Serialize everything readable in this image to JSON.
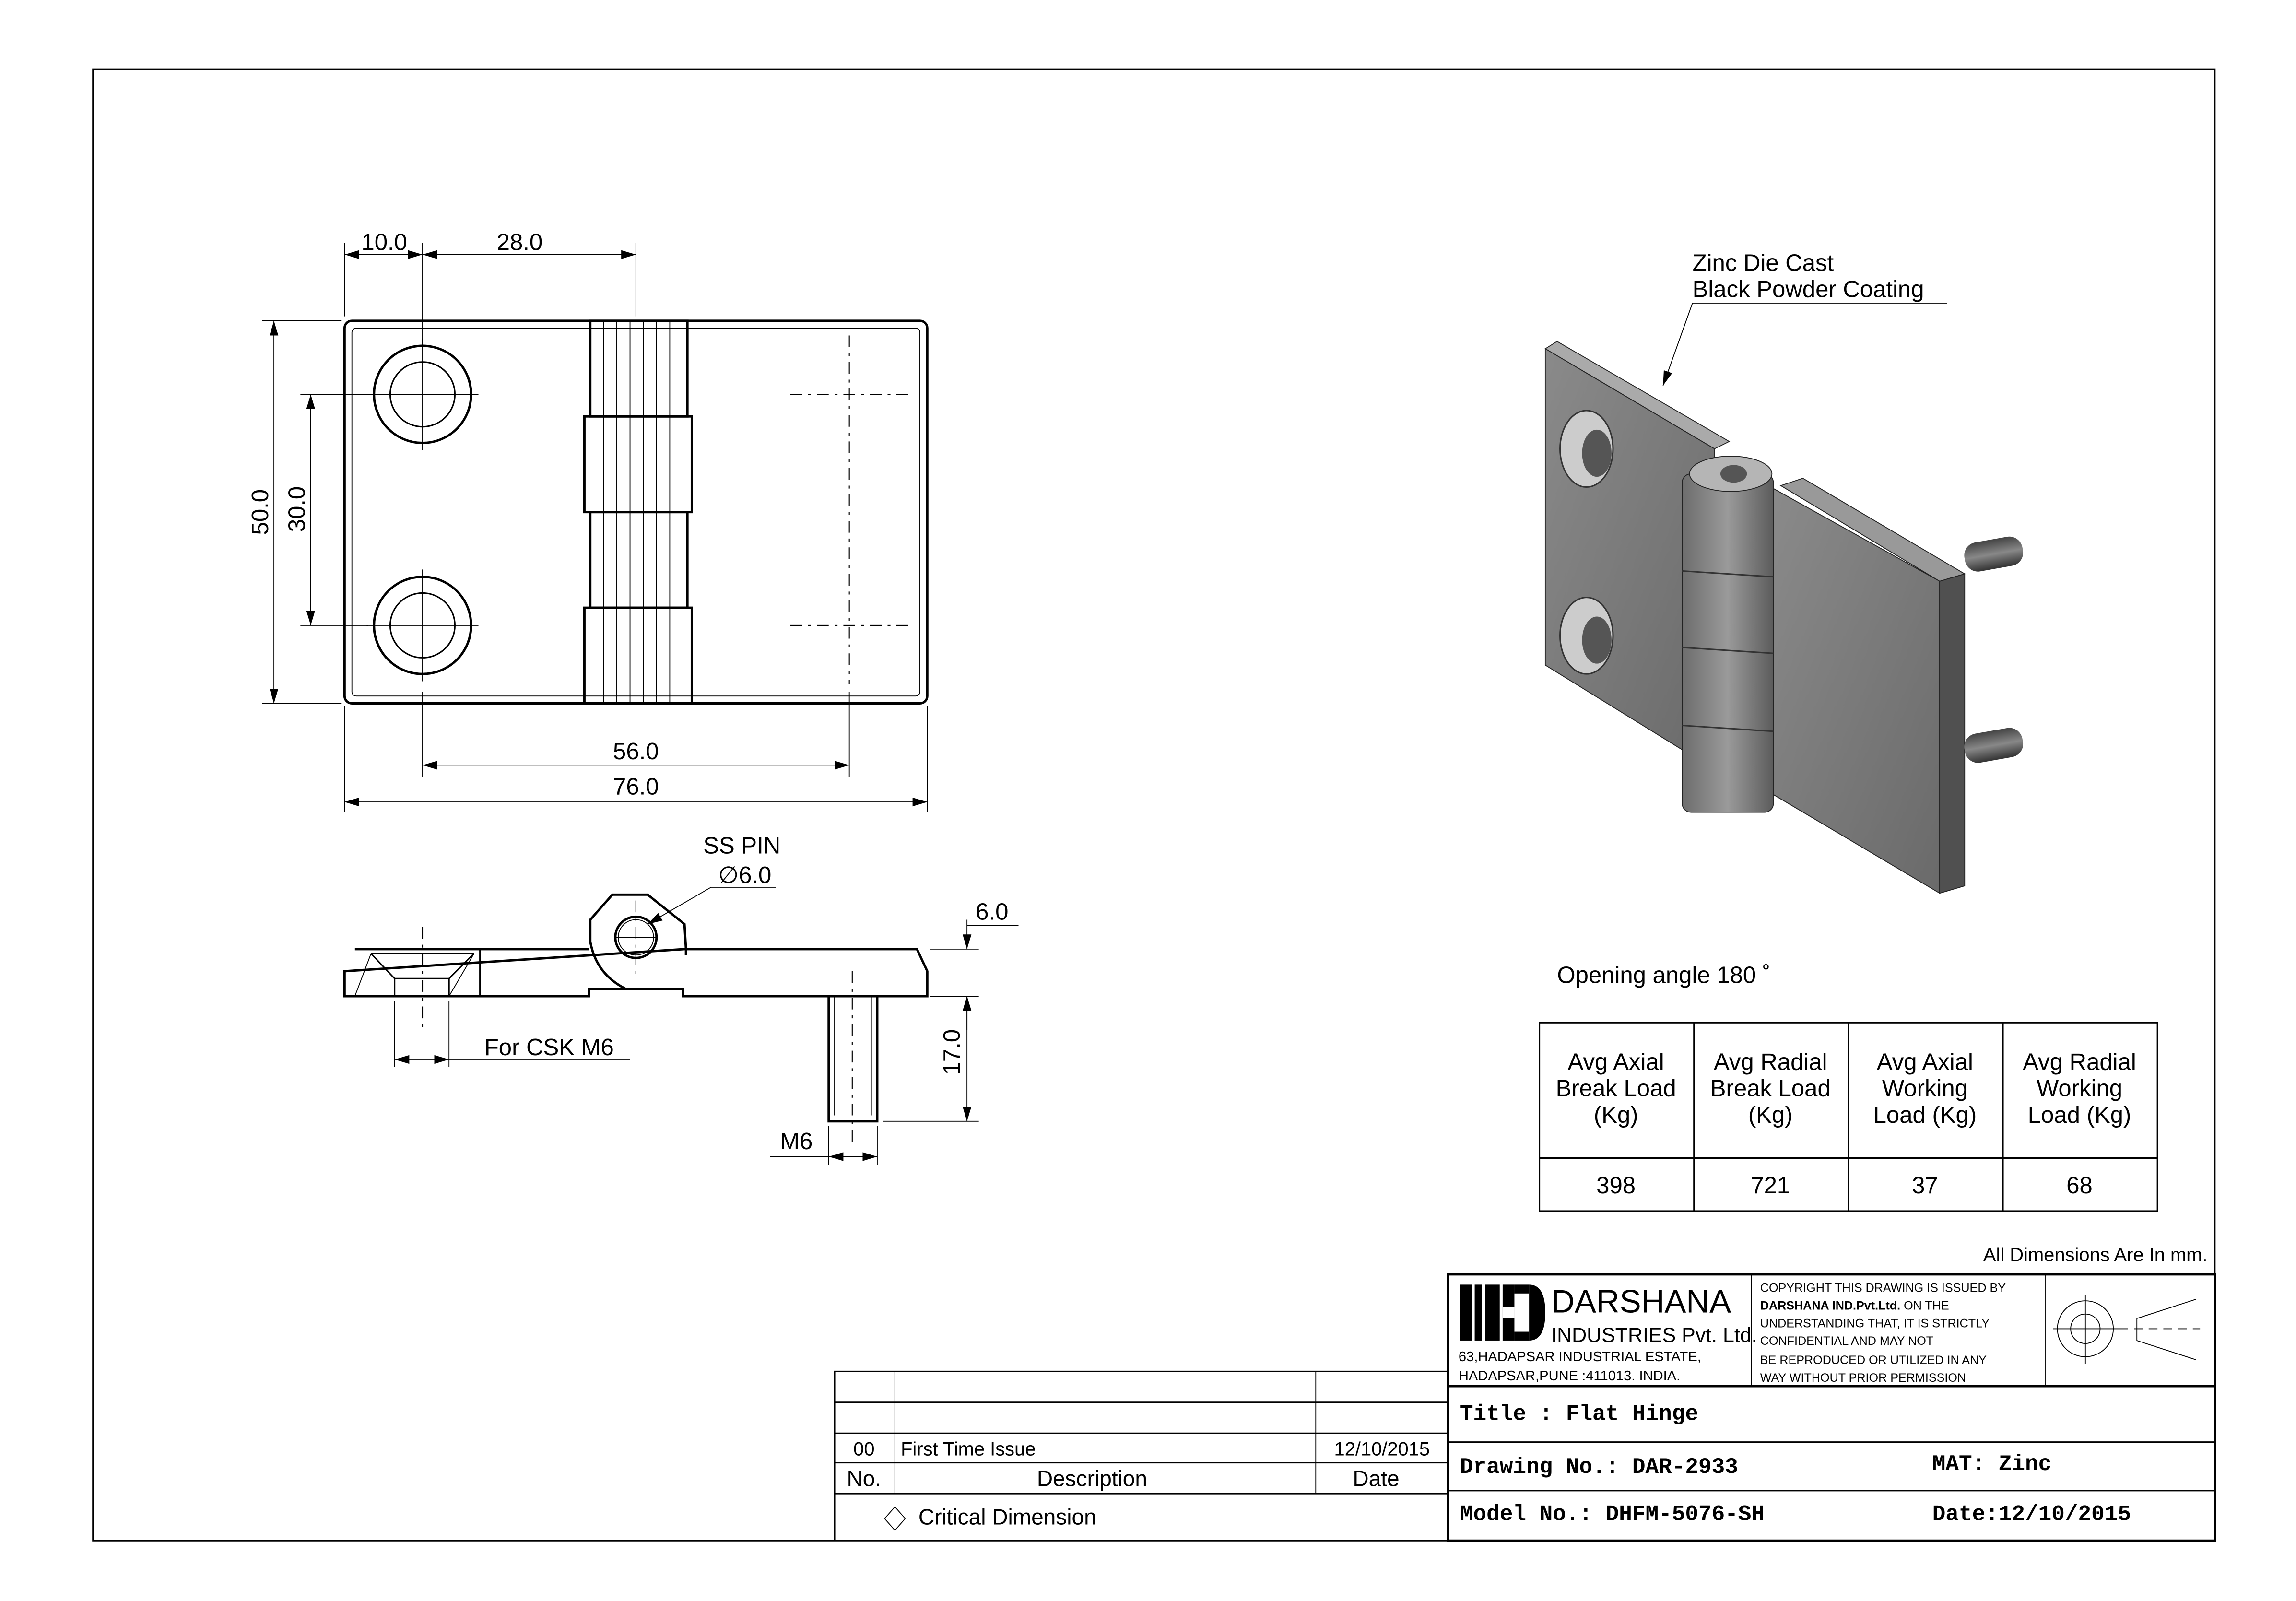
{
  "top_view": {
    "dims": {
      "d10": "10.0",
      "d28": "28.0",
      "d50": "50.0",
      "d30": "30.0",
      "d56": "56.0",
      "d76": "76.0"
    }
  },
  "side_view": {
    "ss_pin": "SS PIN",
    "pin_dia": "∅6.0",
    "thickness": "6.0",
    "stud_length": "17.0",
    "stud_thread": "M6",
    "csk_label": "For CSK M6"
  },
  "iso_view": {
    "material_line1": "Zinc Die Cast",
    "material_line2": "Black Powder Coating",
    "opening_angle": "Opening angle 180 ˚"
  },
  "load_table": {
    "headers": [
      [
        "Avg Axial",
        "Break Load",
        "(Kg)"
      ],
      [
        "Avg Radial",
        "Break Load",
        "(Kg)"
      ],
      [
        "Avg Axial",
        "Working",
        "Load (Kg)"
      ],
      [
        "Avg Radial",
        "Working",
        "Load (Kg)"
      ]
    ],
    "values": [
      "398",
      "721",
      "37",
      "68"
    ]
  },
  "units_note": "All Dimensions Are In mm.",
  "title_block": {
    "company": "DARSHANA",
    "company_sub": "INDUSTRIES Pvt. Ltd.",
    "address1": "63,HADAPSAR INDUSTRIAL ESTATE,",
    "address2": "HADAPSAR,PUNE :411013. INDIA.",
    "copyright": {
      "line1": "COPYRIGHT THIS DRAWING IS ISSUED BY",
      "line2_bold": "DARSHANA IND.Pvt.Ltd.",
      "line2_rest": " ON THE",
      "line3": "UNDERSTANDING THAT, IT IS STRICTLY",
      "line4": "CONFIDENTIAL AND MAY NOT",
      "line5": "BE REPRODUCED OR UTILIZED IN ANY",
      "line6": "WAY WITHOUT PRIOR PERMISSION"
    },
    "title": "Title : Flat Hinge",
    "drawing_no": "Drawing No.: DAR-2933",
    "material": "MAT: Zinc",
    "model_no": "Model No.: DHFM-5076-SH",
    "date": "Date:12/10/2015"
  },
  "revision_table": {
    "rows": [
      {
        "no": "00",
        "description": "First Time Issue",
        "date": "12/10/2015"
      }
    ],
    "headers": {
      "no": "No.",
      "description": "Description",
      "date": "Date"
    },
    "legend": "Critical Dimension"
  }
}
